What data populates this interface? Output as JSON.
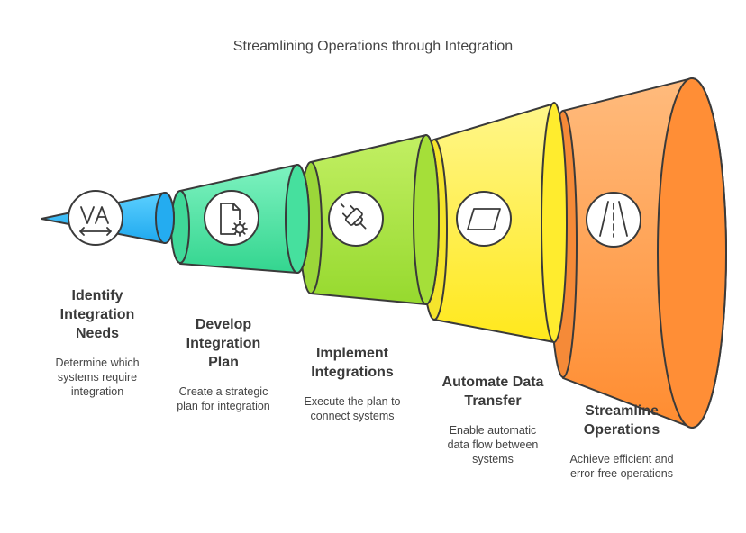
{
  "title": "Streamlining Operations through Integration",
  "colors": {
    "stroke": "#3a3a3a",
    "seg1": "#29b6f6",
    "seg2": "#45e0a0",
    "seg3": "#a4e03a",
    "seg4": "#fff03a",
    "seg5": "#ff9a45"
  },
  "stages": [
    {
      "heading_lines": [
        "Identify",
        "Integration",
        "Needs"
      ],
      "desc_lines": [
        "Determine which",
        "systems require",
        "integration"
      ],
      "icon": "scale-va-icon"
    },
    {
      "heading_lines": [
        "Develop",
        "Integration",
        "Plan"
      ],
      "desc_lines": [
        "Create a strategic",
        "plan for integration"
      ],
      "icon": "document-gear-icon"
    },
    {
      "heading_lines": [
        "Implement",
        "Integrations"
      ],
      "desc_lines": [
        "Execute the plan to",
        "connect systems"
      ],
      "icon": "plug-connect-icon"
    },
    {
      "heading_lines": [
        "Automate Data",
        "Transfer"
      ],
      "desc_lines": [
        "Enable automatic",
        "data flow between",
        "systems"
      ],
      "icon": "parallelogram-icon"
    },
    {
      "heading_lines": [
        "Streamline",
        "Operations"
      ],
      "desc_lines": [
        "Achieve efficient and",
        "error-free operations"
      ],
      "icon": "road-icon"
    }
  ]
}
